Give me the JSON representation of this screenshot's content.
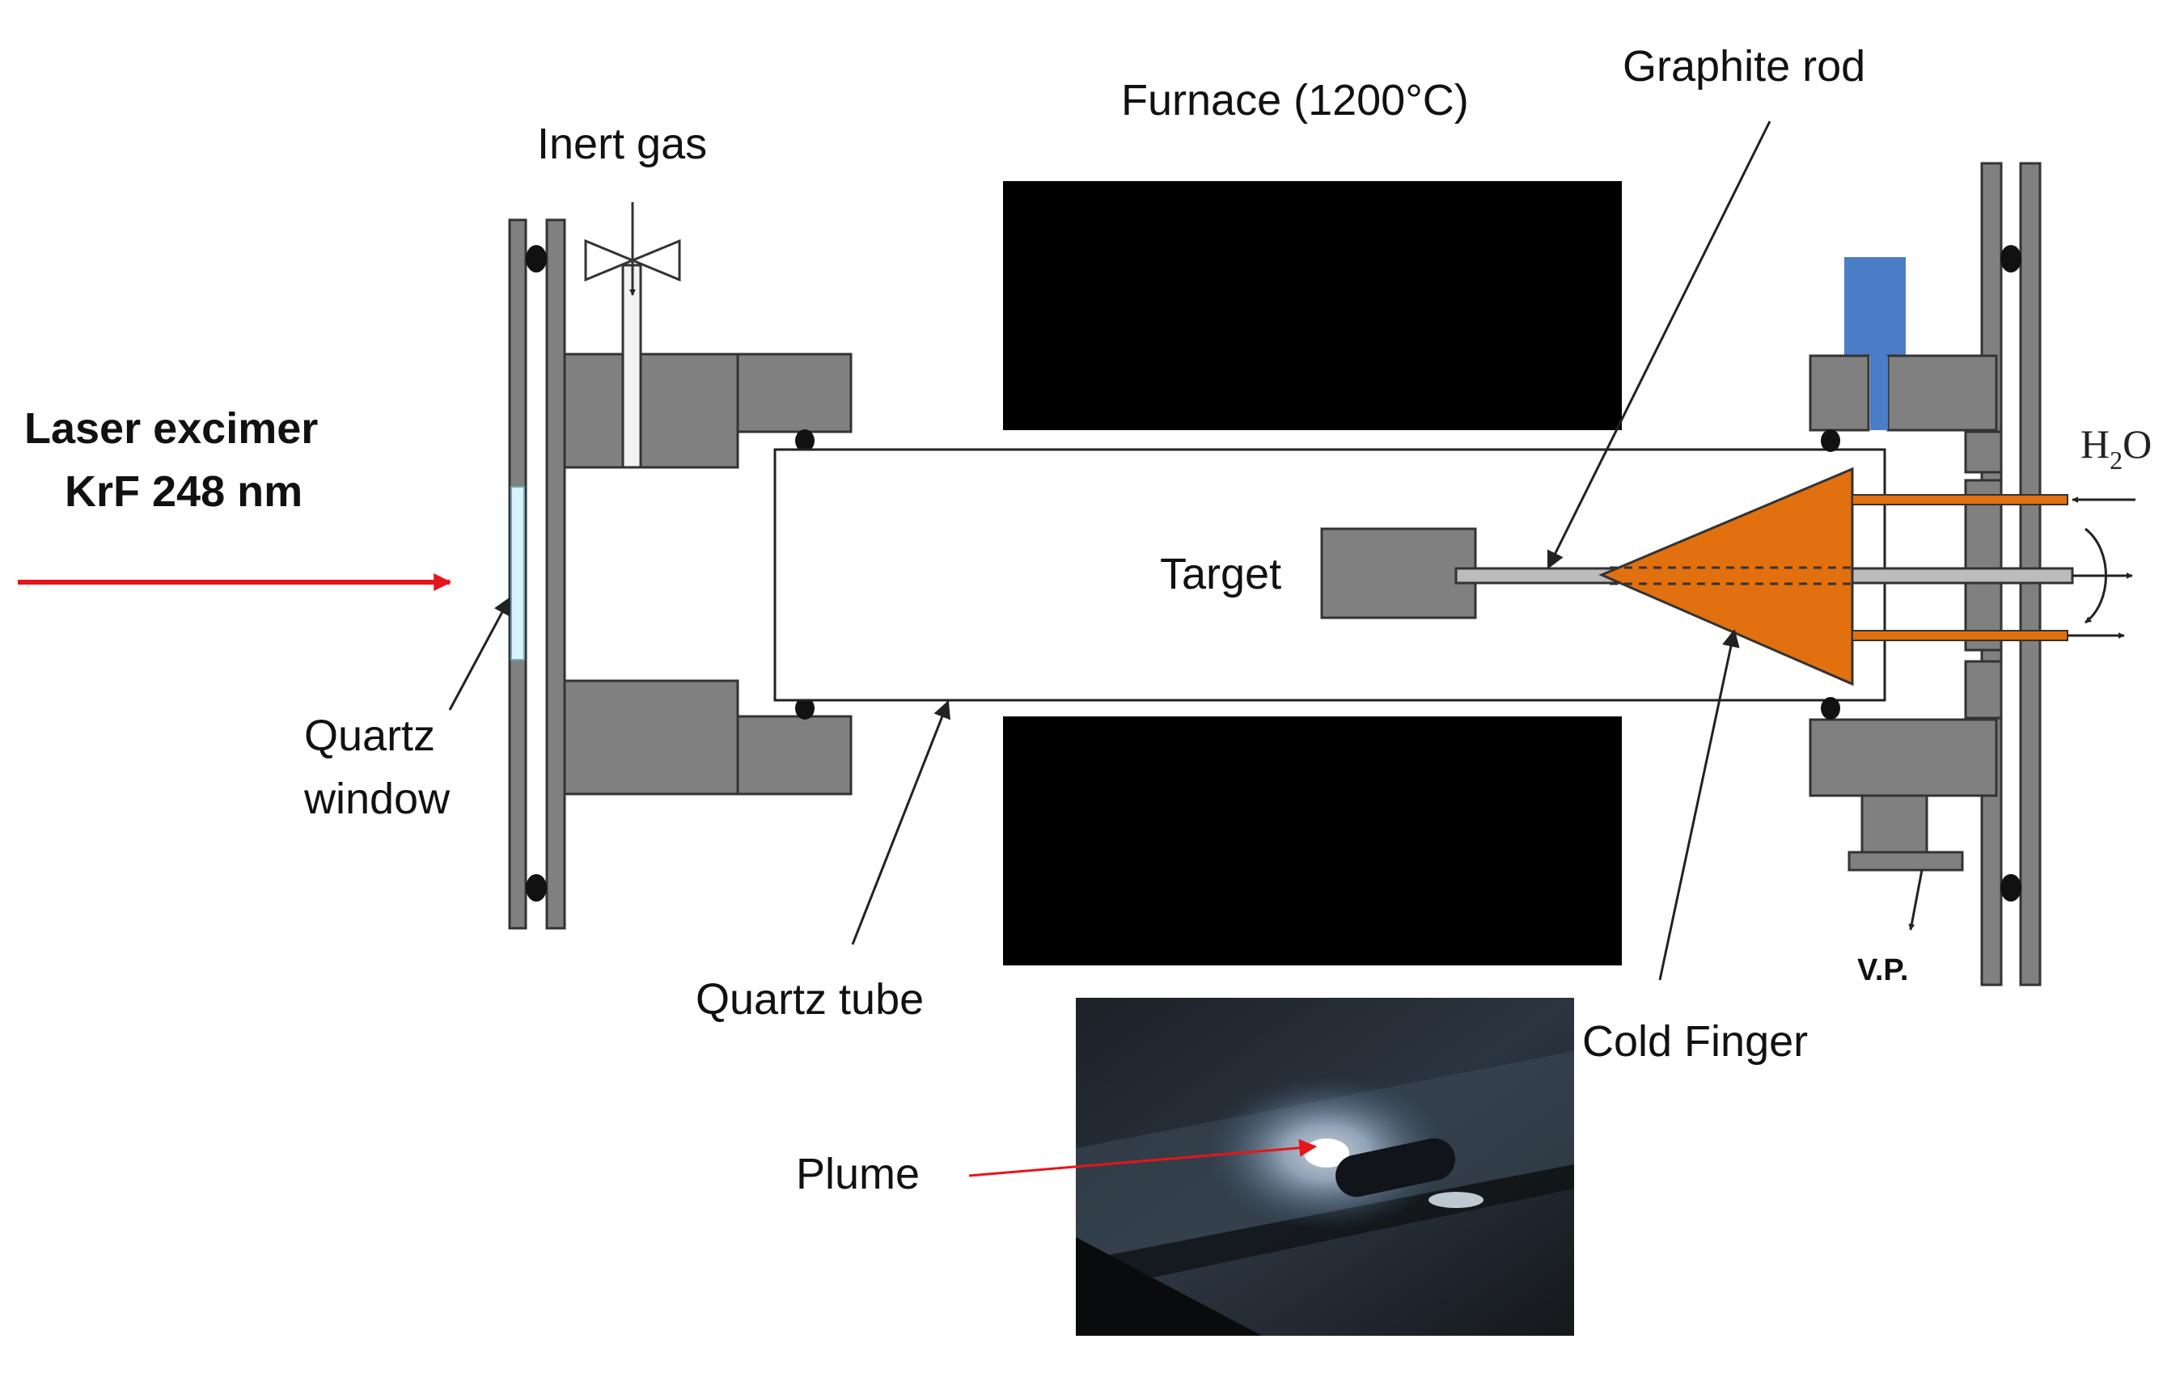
{
  "labels": {
    "laser_line1": "Laser excimer",
    "laser_line2": "KrF 248 nm",
    "inert_gas": "Inert gas",
    "furnace": "Furnace (1200°C)",
    "graphite_rod": "Graphite rod",
    "h2o_main": "H",
    "h2o_sub": "2",
    "h2o_end": "O",
    "target": "Target",
    "quartz_window_line1": "Quartz",
    "quartz_window_line2": "window",
    "quartz_tube": "Quartz tube",
    "cold_finger": "Cold Finger",
    "vp": "V.P.",
    "plume": "Plume"
  },
  "colors": {
    "laser_arrow": "#e8141b",
    "furnace": "#000000",
    "cold_finger": "#e2700f",
    "flange_parts": "#808080",
    "gas_valve_block": "#4a7ec6",
    "quartz_window": "#d9f3fb",
    "plume_pointer": "#e8141b"
  }
}
